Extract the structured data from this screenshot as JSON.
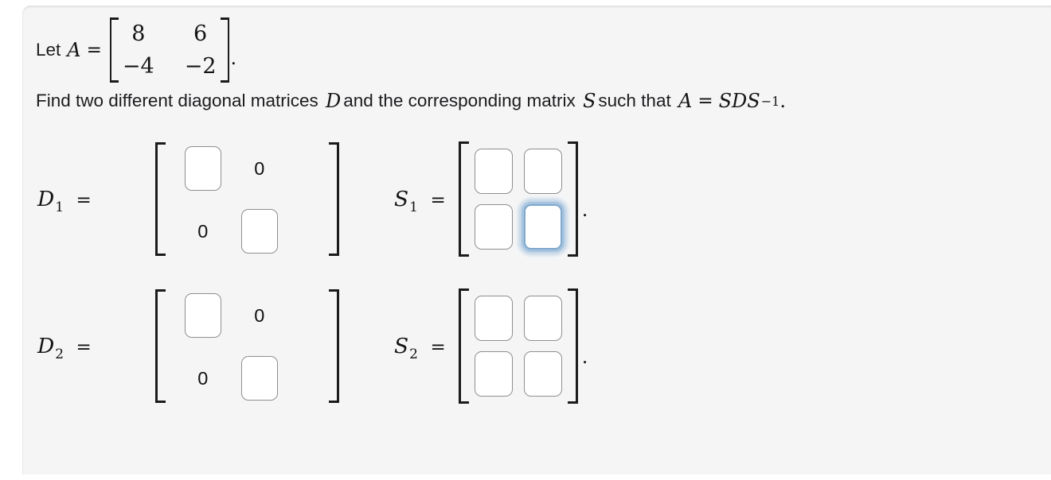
{
  "colors": {
    "page_bg": "#ffffff",
    "panel_bg": "#f5f5f6",
    "text": "#1c1c1e",
    "bracket": "#1b1b1b",
    "box_border": "#8f8f8f",
    "focus_border": "#7fa8cd",
    "focus_glow": "#a7c4de"
  },
  "problem": {
    "lead": "Let",
    "a_name": "A",
    "a_eq": "=",
    "a_rows": [
      [
        "8",
        "6"
      ],
      [
        "−4",
        "−2"
      ]
    ],
    "a_period": ".",
    "instruction": {
      "t1": "Find two different diagonal matrices",
      "m1": "D",
      "t2": "and the corresponding matrix",
      "m2": "S",
      "t3": "such that",
      "m3": "A",
      "eq": "=",
      "m4": "SDS",
      "sup": "−1",
      "period": "."
    }
  },
  "answers": {
    "d1": {
      "name": "D",
      "sub": "1",
      "eq": "=",
      "zero_r1c2": "0",
      "zero_r2c1": "0",
      "inputs": {
        "r1c1": {
          "value": ""
        },
        "r2c2": {
          "value": ""
        }
      }
    },
    "s1": {
      "name": "S",
      "sub": "1",
      "eq": "=",
      "period": ".",
      "inputs": {
        "r1c1": {
          "value": ""
        },
        "r1c2": {
          "value": ""
        },
        "r2c1": {
          "value": ""
        },
        "r2c2": {
          "value": "",
          "focused": true
        }
      }
    },
    "d2": {
      "name": "D",
      "sub": "2",
      "eq": "=",
      "zero_r1c2": "0",
      "zero_r2c1": "0",
      "inputs": {
        "r1c1": {
          "value": ""
        },
        "r2c2": {
          "value": ""
        }
      }
    },
    "s2": {
      "name": "S",
      "sub": "2",
      "eq": "=",
      "period": ".",
      "inputs": {
        "r1c1": {
          "value": ""
        },
        "r1c2": {
          "value": ""
        },
        "r2c1": {
          "value": ""
        },
        "r2c2": {
          "value": ""
        }
      }
    }
  }
}
